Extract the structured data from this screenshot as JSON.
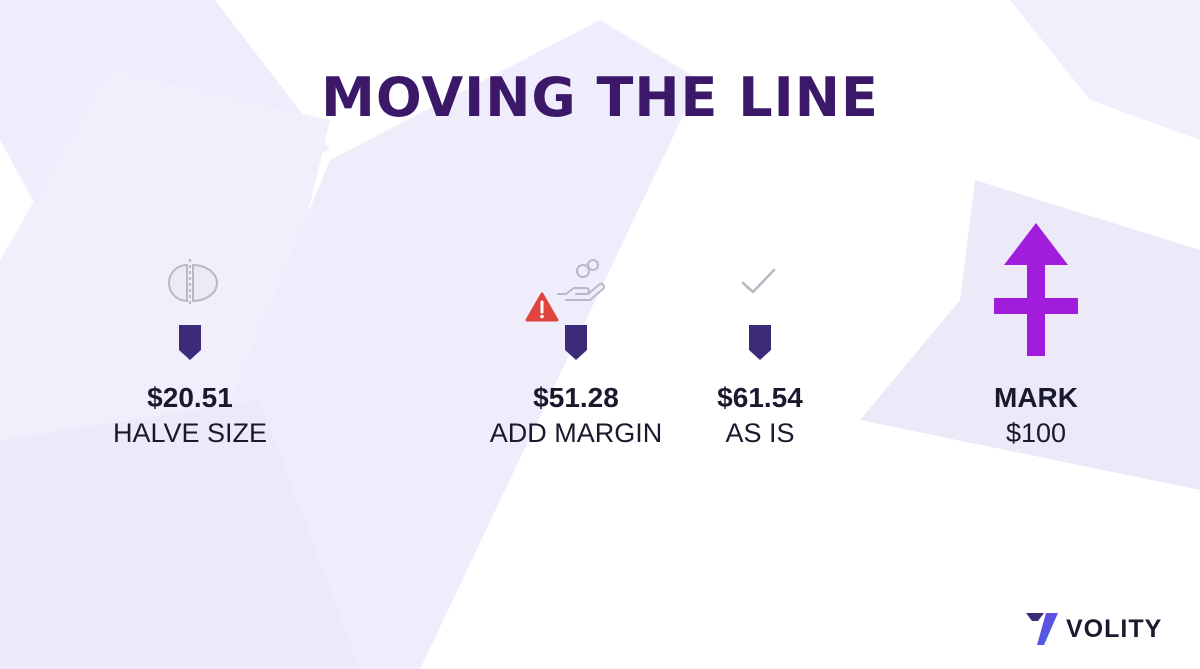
{
  "title": "MOVING THE LINE",
  "colors": {
    "title": "#3b1868",
    "line_start": "#9b3fd6",
    "line_end": "#6aaaf0",
    "pin": "#3d2b7a",
    "arrow": "#a21ddb",
    "warning": "#e0443e",
    "background_shapes": "#efedfb",
    "icon_stroke": "#b9b9c6"
  },
  "points": [
    {
      "id": "halve",
      "price": "$20.51",
      "label": "HALVE SIZE",
      "value": 20.51,
      "icon": "half-circle-icon"
    },
    {
      "id": "margin",
      "price": "$51.28",
      "label": "ADD MARGIN",
      "value": 51.28,
      "icon": "hand-coins-icon",
      "warning_icon": "warning-icon"
    },
    {
      "id": "asis",
      "price": "$61.54",
      "label": "AS IS",
      "value": 61.54,
      "icon": "checkmark-icon"
    }
  ],
  "mark": {
    "heading": "MARK",
    "price": "$100",
    "value": 100,
    "icon": "up-arrow-icon"
  },
  "brand": {
    "name": "VOLITY",
    "icon": "volity-logo-icon"
  }
}
